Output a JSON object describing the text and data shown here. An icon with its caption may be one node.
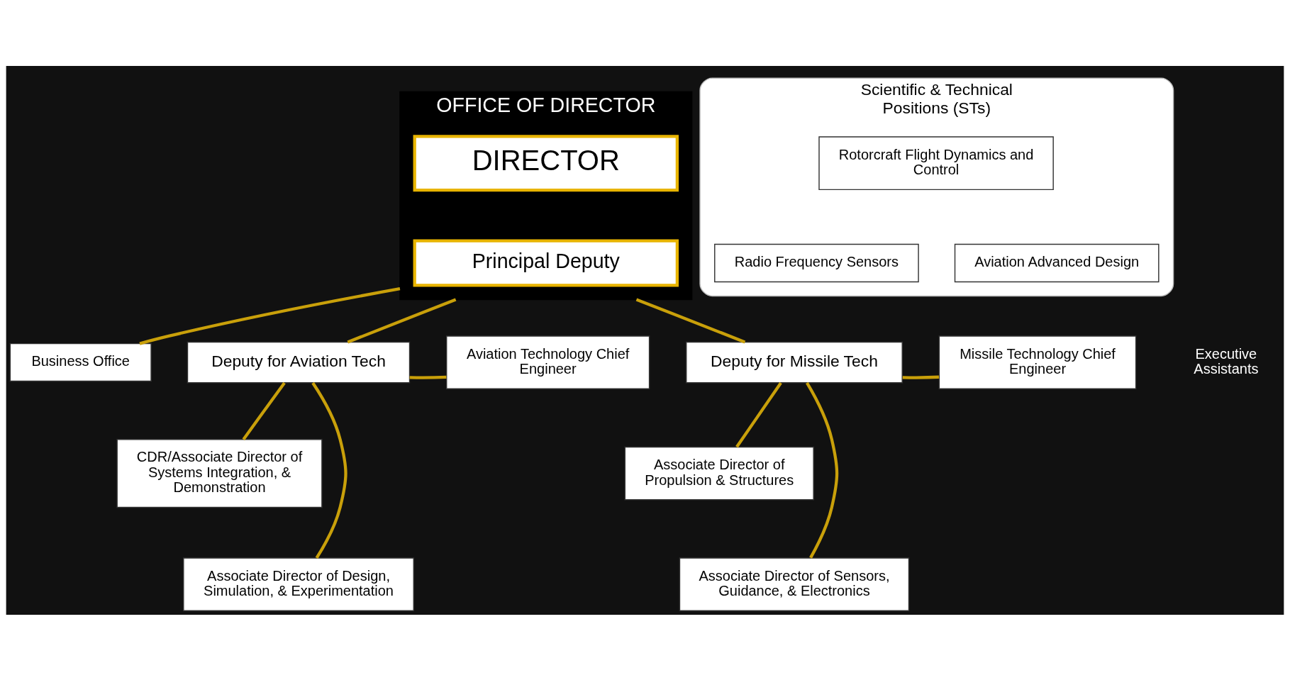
{
  "diagram": {
    "nodes": [
      {
        "text": [
          "OFFICE OF DIRECTOR"
        ]
      },
      {
        "text": [
          "DIRECTOR"
        ],
        "in": 0
      },
      {
        "text": [
          "Principal Deputy"
        ],
        "in": 0
      },
      {
        "text": [
          "Scientific & Technical Positions (STs)"
        ]
      },
      {
        "text": [
          "Rotorcraft Flight Dynamics and Control"
        ],
        "in": 3
      },
      {
        "text": [
          "Radio Frequency Sensors"
        ],
        "in": 3
      },
      {
        "text": [
          "Aviation Advanced Design"
        ],
        "in": 3
      },
      {
        "text": [
          "Business Office"
        ]
      },
      {
        "text": [
          "Deputy for Aviation Tech"
        ]
      },
      {
        "text": [
          "Deputy for Missile Tech"
        ]
      },
      {
        "text": [
          "Aviation Technology Chief Engineer"
        ]
      },
      {
        "text": [
          "Missile Technology Chief Engineer"
        ]
      },
      {
        "text": [
          "CDR/Associate Director of Systems Integration, & Demonstration"
        ]
      },
      {
        "text": [
          "Associate Director of Propulsion & Structures"
        ]
      },
      {
        "text": [
          "Associate Director of Design, Simulation, & Experimentation"
        ]
      },
      {
        "text": [
          "Associate Director of Sensors, Guidance, & Electronics"
        ]
      }
    ],
    "edges": [
      {
        "from": 0,
        "to": 7,
        "arrow": "none"
      },
      {
        "from": 0,
        "to": 8,
        "arrow": "none"
      },
      {
        "from": 0,
        "to": 9,
        "arrow": "none"
      },
      {
        "from": 8,
        "to": 10,
        "arrow": "none"
      },
      {
        "from": 9,
        "to": 11,
        "arrow": "none"
      },
      {
        "from": 8,
        "to": 12,
        "arrow": "none"
      },
      {
        "from": 8,
        "to": 14,
        "arrow": "none"
      },
      {
        "from": 9,
        "to": 13,
        "arrow": "none"
      },
      {
        "from": 9,
        "to": 15,
        "arrow": "none"
      }
    ],
    "labels": [
      "Executive Assistants"
    ]
  }
}
